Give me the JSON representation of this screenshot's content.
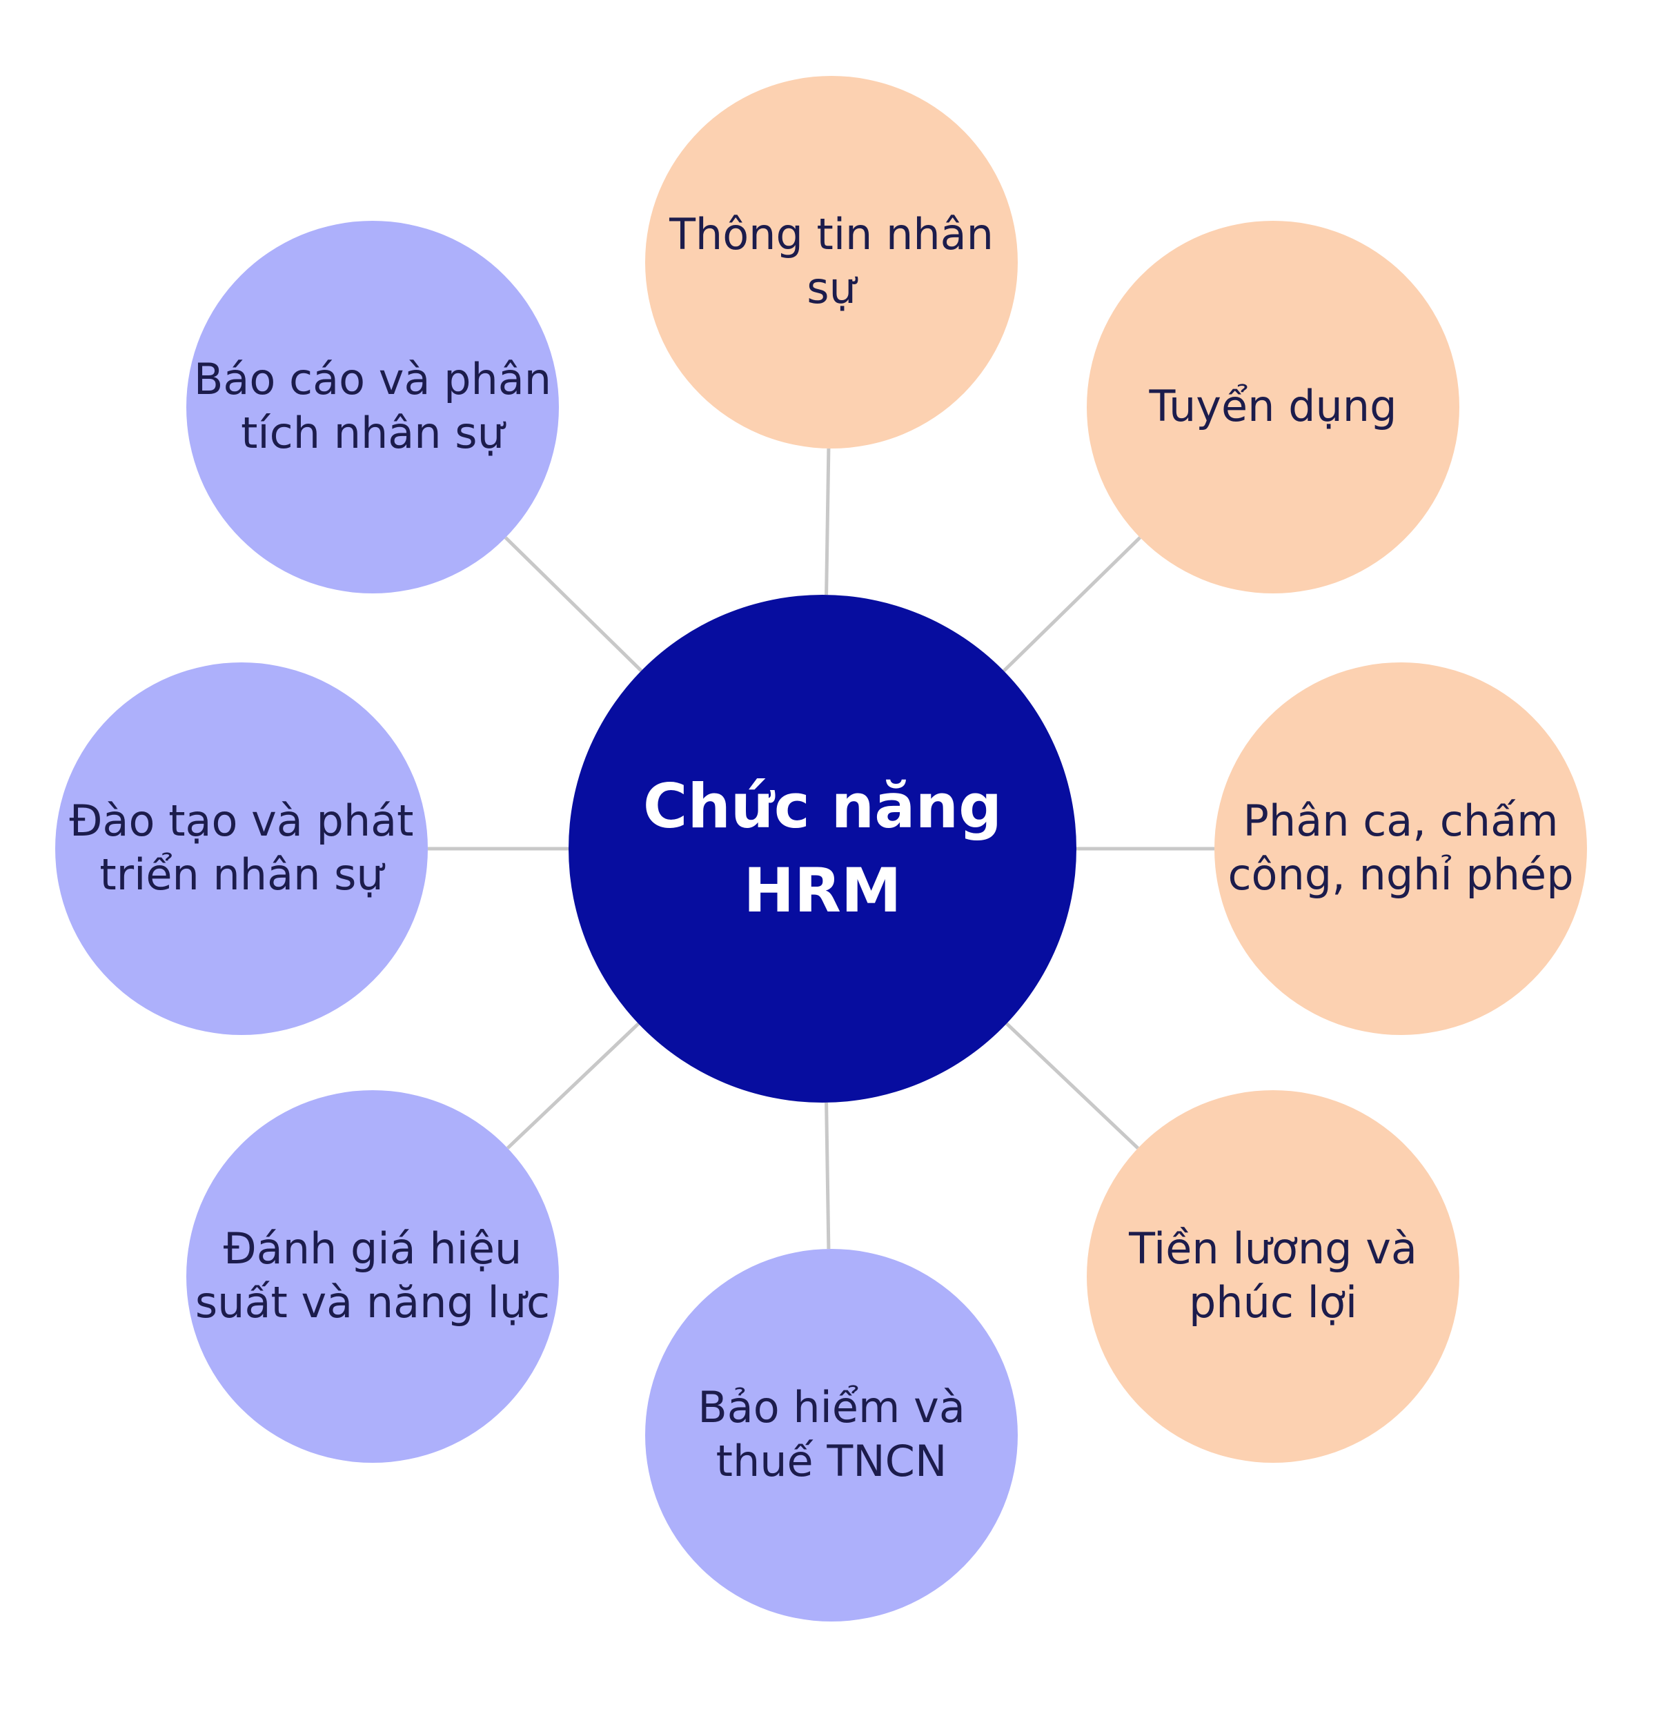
{
  "colors": {
    "hub": "#070d9f",
    "peach": "#fcd1b1",
    "lavender": "#adb0fb",
    "connector": "#c8c8c8",
    "node_text": "#1c1c4c",
    "hub_text": "#ffffff"
  },
  "hub": {
    "label_lines": [
      "Chức năng",
      "HRM"
    ]
  },
  "nodes": [
    {
      "id": "thong-tin-nhan-su",
      "color": "peach",
      "label_lines": [
        "Thông tin nhân",
        "sự"
      ]
    },
    {
      "id": "tuyen-dung",
      "color": "peach",
      "label_lines": [
        "Tuyển dụng"
      ]
    },
    {
      "id": "phan-ca",
      "color": "peach",
      "label_lines": [
        "Phân ca, chấm",
        "công, nghỉ phép"
      ]
    },
    {
      "id": "tien-luong",
      "color": "peach",
      "label_lines": [
        "Tiền lương và",
        "phúc lợi"
      ]
    },
    {
      "id": "bao-hiem",
      "color": "lavender",
      "label_lines": [
        "Bảo hiểm và",
        "thuế TNCN"
      ]
    },
    {
      "id": "danh-gia",
      "color": "lavender",
      "label_lines": [
        "Đánh giá hiệu",
        "suất và năng lực"
      ]
    },
    {
      "id": "dao-tao",
      "color": "lavender",
      "label_lines": [
        "Đào tạo và phát",
        "triển nhân sự"
      ]
    },
    {
      "id": "bao-cao",
      "color": "lavender",
      "label_lines": [
        "Báo cáo và phân",
        "tích nhân sự"
      ]
    }
  ]
}
